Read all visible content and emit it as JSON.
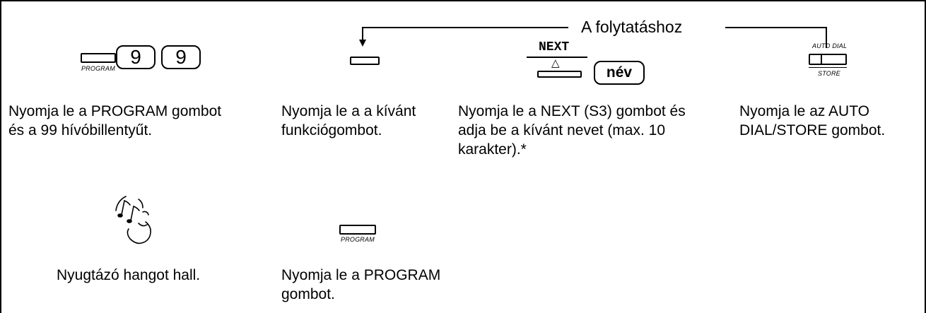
{
  "header": {
    "continue_label": "A folytatáshoz"
  },
  "steps_row1": [
    {
      "key_label": "PROGRAM",
      "digits": [
        "9",
        "9"
      ],
      "description": "Nyomja le a PROGRAM gombot\nés a 99 hívóbillentyűt."
    },
    {
      "description": "Nyomja le a a kívánt\nfunkciógombot."
    },
    {
      "softkey_label": "NEXT",
      "arrow_glyph": "△",
      "name_key_label": "név",
      "description": "Nyomja le a NEXT (S3) gombot és\nadja be a kívánt nevet (max. 10\nkarakter).*"
    },
    {
      "top_label": "AUTO DIAL",
      "bottom_label": "STORE",
      "description": "Nyomja le az AUTO\nDIAL/STORE gombot."
    }
  ],
  "steps_row2": [
    {
      "icon": "handset-tone-icon",
      "description": "Nyugtázó hangot hall."
    },
    {
      "key_label": "PROGRAM",
      "description": "Nyomja le a PROGRAM\ngombot."
    }
  ]
}
